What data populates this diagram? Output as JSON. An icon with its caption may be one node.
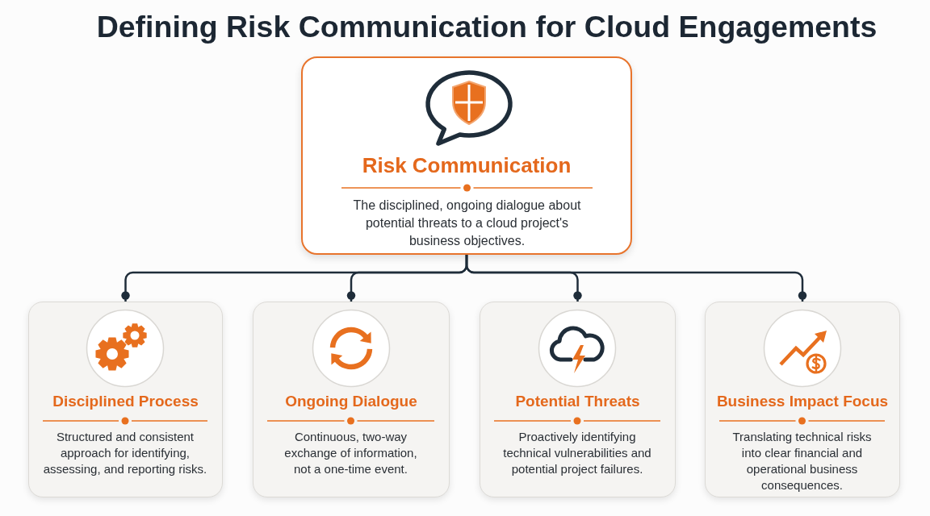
{
  "diagram": {
    "title": "Defining Risk Communication for Cloud Engagements",
    "nodes": [
      {
        "text": [
          "Risk Communication",
          "The disciplined, ongoing dialogue about potential threats to a cloud project's business objectives."
        ]
      },
      {
        "text": [
          "Disciplined Process",
          "Structured and consistent approach for identifying, assessing, and reporting risks."
        ]
      },
      {
        "text": [
          "Ongoing Dialogue",
          "Continuous, two-way exchange of information, not a one-time event."
        ]
      },
      {
        "text": [
          "Potential Threats",
          "Proactively identifying technical vulnerabilities and potential project failures."
        ]
      },
      {
        "text": [
          "Business Impact Focus",
          "Translating technical risks into clear financial and operational business consequences."
        ]
      }
    ],
    "edges": [
      {
        "from": 0,
        "to": 1,
        "arrow": "other"
      },
      {
        "from": 0,
        "to": 2,
        "arrow": "other"
      },
      {
        "from": 0,
        "to": 3,
        "arrow": "other"
      },
      {
        "from": 0,
        "to": 4,
        "arrow": "other"
      }
    ]
  }
}
